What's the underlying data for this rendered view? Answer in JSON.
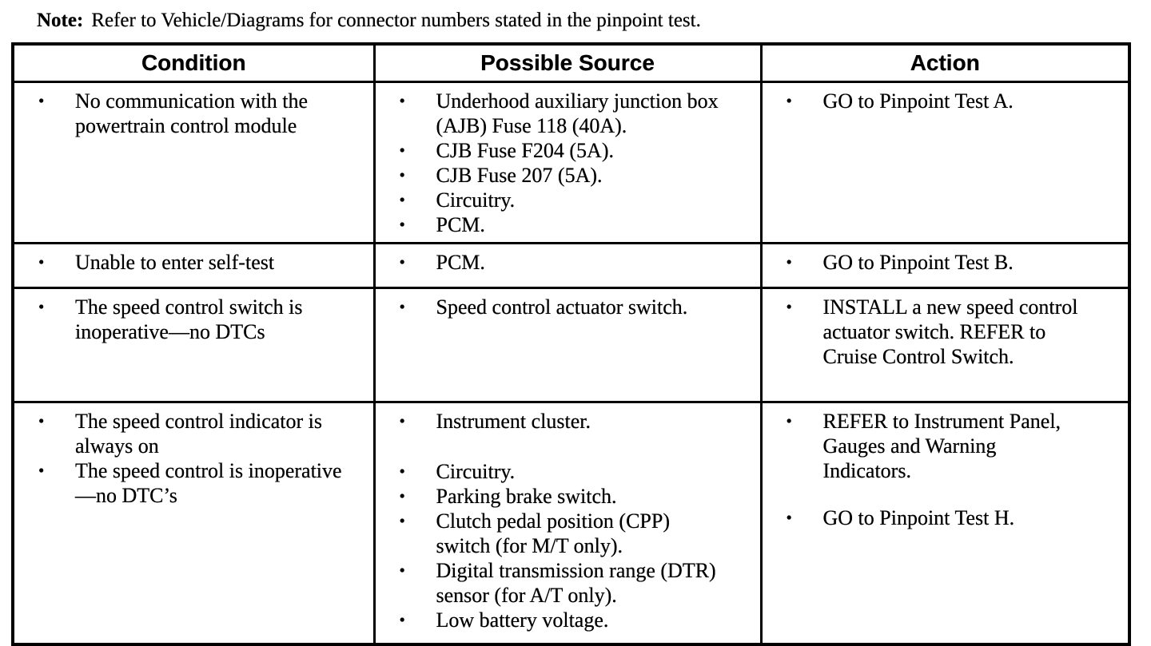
{
  "glyphs": {
    "bullet": "•"
  },
  "note": {
    "label": "Note:",
    "text": "Refer to Vehicle/Diagrams for connector numbers stated in the pinpoint test."
  },
  "table": {
    "headers": [
      "Condition",
      "Possible Source",
      "Action"
    ],
    "rows": [
      {
        "condition": [
          "No communication with the powertrain control module"
        ],
        "possible_source": [
          "Underhood auxiliary junction box (AJB) Fuse 118 (40A).",
          "CJB Fuse F204 (5A).",
          "CJB Fuse 207 (5A).",
          "Circuitry.",
          "PCM."
        ],
        "action": [
          "GO to Pinpoint Test A."
        ]
      },
      {
        "condition": [
          "Unable to enter self-test"
        ],
        "possible_source": [
          "PCM."
        ],
        "action": [
          "GO to Pinpoint Test B."
        ]
      },
      {
        "condition": [
          "The speed control switch is inoperative—no DTCs"
        ],
        "possible_source": [
          "Speed control actuator switch."
        ],
        "action": [
          "INSTALL a new speed control actuator switch. REFER to Cruise Control Switch."
        ]
      },
      {
        "condition": [
          "The speed control indicator is always on",
          "The speed control is inoperative—no DTC’s"
        ],
        "possible_source": [
          "Instrument cluster.",
          "Circuitry.",
          "Parking brake switch.",
          "Clutch pedal position (CPP) switch (for M/T only).",
          "Digital transmission range (DTR) sensor (for A/T only).",
          "Low battery voltage."
        ],
        "action": [
          "REFER to Instrument Panel, Gauges and Warning Indicators.",
          "GO to Pinpoint Test H."
        ]
      }
    ]
  }
}
